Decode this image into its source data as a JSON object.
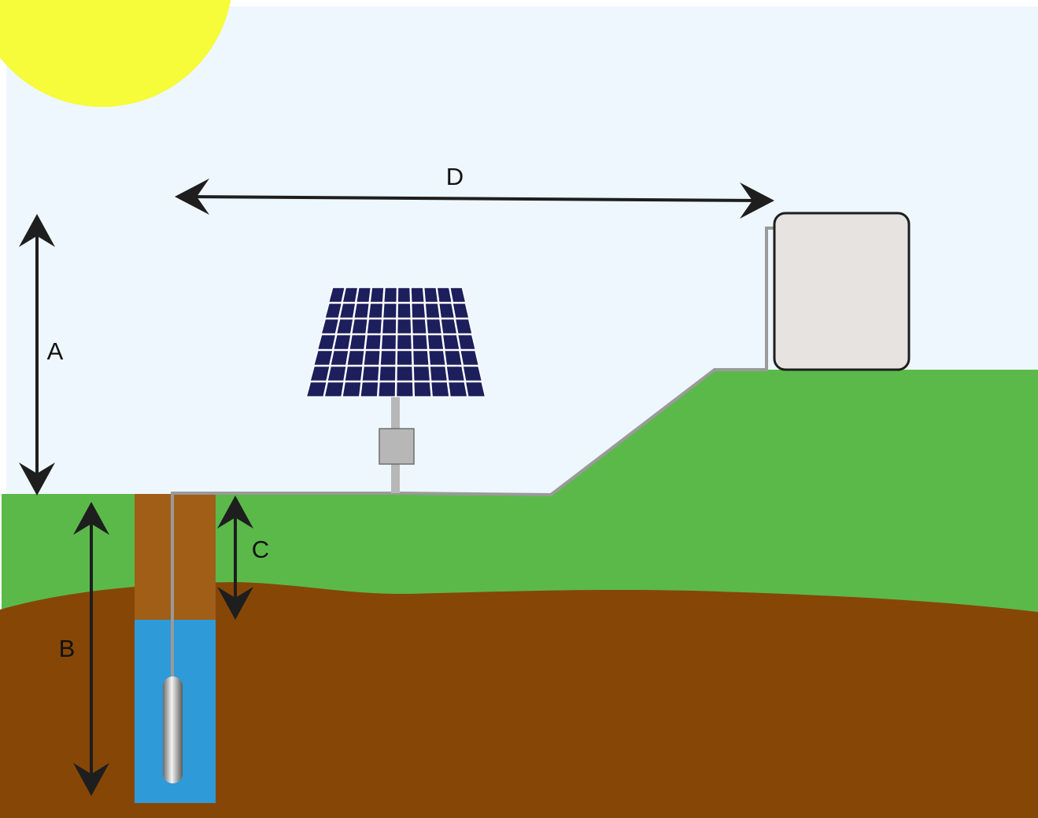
{
  "labels": {
    "a": "A",
    "b": "B",
    "c": "C",
    "d": "D"
  },
  "colors": {
    "sky": "#eef7fd",
    "sun": "#f6fb3a",
    "grass": "#5bb94a",
    "soil": "#864706",
    "well_casing": "#a05e17",
    "water": "#2e9ad8",
    "pipe": "#9a9a9a",
    "panel": "#1c1f5c",
    "tank_fill": "#e7e3e0",
    "controller": "#b7b7b7",
    "arrow": "#1e1e1e"
  },
  "solar_panel": {
    "rows": 7,
    "cols": 10
  }
}
